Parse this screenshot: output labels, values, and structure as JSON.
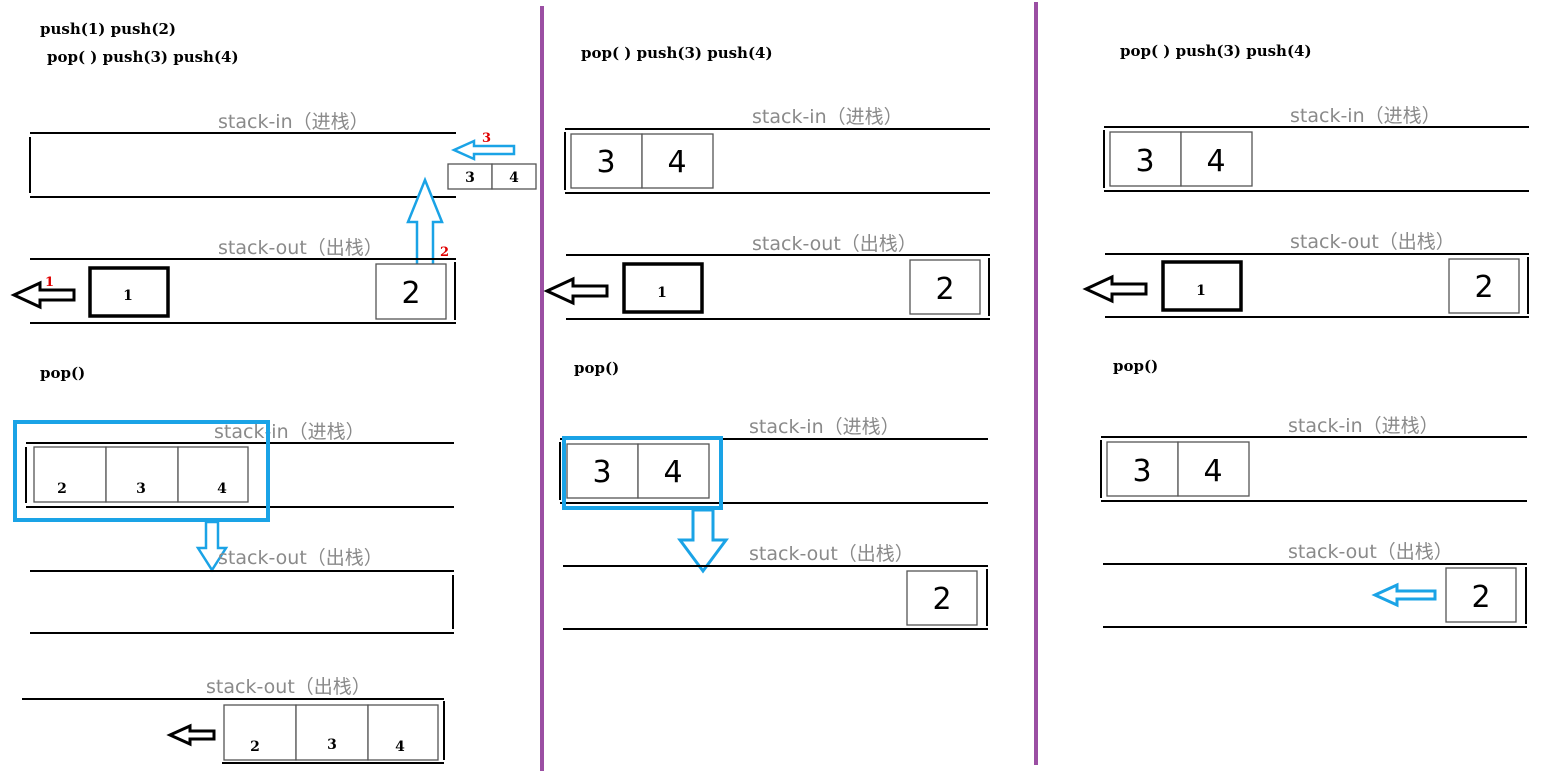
{
  "colors": {
    "divider": "#9b4fa3",
    "highlight": "#1aa3e6",
    "arrow_black": "#000000",
    "step_number": "#e00000",
    "stack_label": "#8a8a8a"
  },
  "labels": {
    "stack_in": "stack-in（进栈）",
    "stack_out": "stack-out（出栈）"
  },
  "panel1": {
    "ops_line1": "push(1) push(2)",
    "ops_line2": "pop(  )   push(3)   push(4)",
    "pop_label": "pop()",
    "incoming": [
      "3",
      "4"
    ],
    "popped": "1",
    "out_top": "2",
    "step_1": "1",
    "step_2": "2",
    "step_3": "3",
    "transfer": [
      "2",
      "3",
      "4"
    ],
    "final_out": [
      "2",
      "3",
      "4"
    ]
  },
  "panel2": {
    "ops": "pop(  )   push(3)   push(4)",
    "pop_label": "pop()",
    "in_items": [
      "3",
      "4"
    ],
    "popped": "1",
    "out_top": "2",
    "in_items_b": [
      "3",
      "4"
    ],
    "out_top_b": "2"
  },
  "panel3": {
    "ops": "pop(  )   push(3)   push(4)",
    "pop_label": "pop()",
    "in_items": [
      "3",
      "4"
    ],
    "popped": "1",
    "out_top": "2",
    "in_items_b": [
      "3",
      "4"
    ],
    "out_top_b": "2"
  }
}
